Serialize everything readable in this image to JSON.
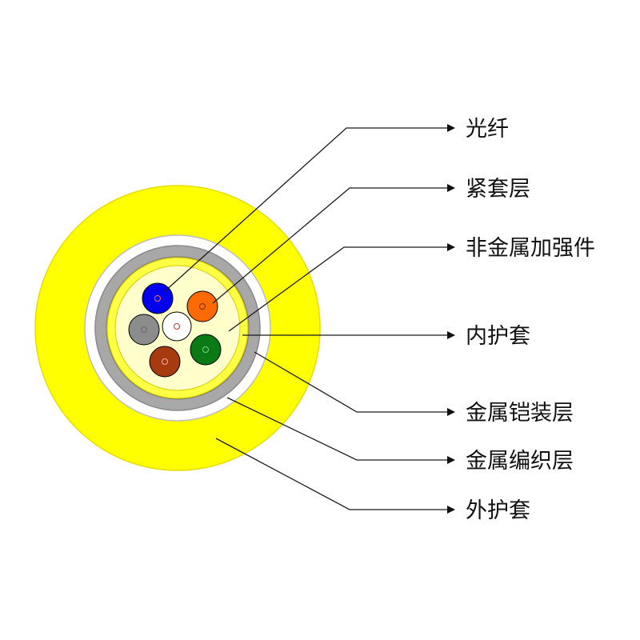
{
  "colors": {
    "outer_sheath": "#ffff00",
    "braid_layer": "#ffffff",
    "armor_layer": "#a8a8a8",
    "inner_sheath": "#ffff44",
    "core_fill": "#ffffcc",
    "fiber_blue": "#0000ee",
    "fiber_orange": "#ff6a00",
    "fiber_gray": "#8c8c8c",
    "fiber_white": "#ffffff",
    "fiber_brown": "#a83a10",
    "fiber_green": "#0a7a14"
  },
  "labels": {
    "optical_fiber": "光纤",
    "tight_buffer": "紧套层",
    "nonmetal_strength": "非金属加强件",
    "inner_sheath": "内护套",
    "metal_armor": "金属铠装层",
    "metal_braid": "金属编织层",
    "outer_sheath": "外护套"
  }
}
